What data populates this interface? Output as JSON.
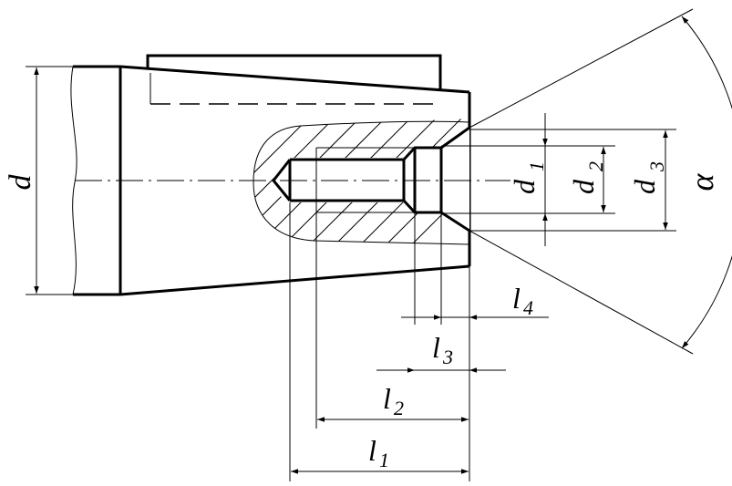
{
  "labels": {
    "d": "d",
    "d1": "d",
    "d1_sub": "1",
    "d2": "d",
    "d2_sub": "2",
    "d3": "d",
    "d3_sub": "3",
    "alpha": "α",
    "l1": "l",
    "l1_sub": "1",
    "l2": "l",
    "l2_sub": "2",
    "l3": "l",
    "l3_sub": "3",
    "l4": "l",
    "l4_sub": "4"
  }
}
